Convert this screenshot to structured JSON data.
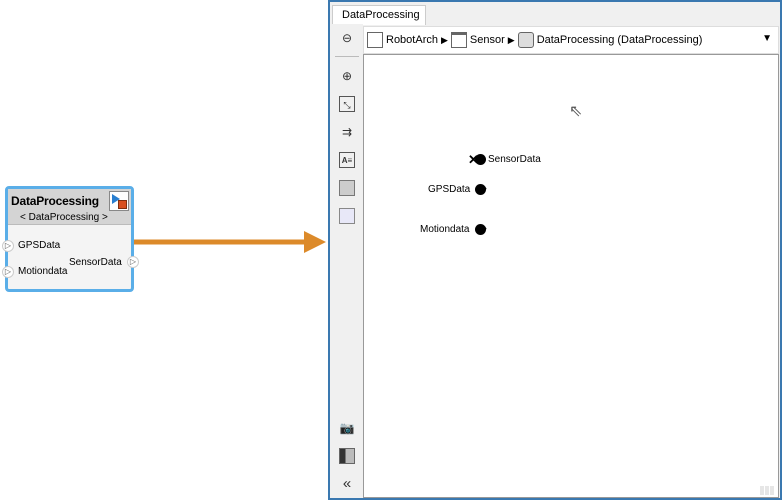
{
  "block": {
    "title": "DataProcessing",
    "subtitle": "< DataProcessing >",
    "inputs": [
      "GPSData",
      "Motiondata"
    ],
    "outputs": [
      "SensorData"
    ]
  },
  "window": {
    "tab": "DataProcessing",
    "breadcrumb": [
      "RobotArch",
      "Sensor",
      "DataProcessing (DataProcessing)"
    ],
    "toolbar": [
      "back-icon",
      "zoom-in-icon",
      "fit-view-icon",
      "signal-routing-icon",
      "annotation-icon",
      "image-icon",
      "area-icon",
      "screenshot-icon",
      "model-browser-icon",
      "collapse-icon"
    ],
    "ports": {
      "out": "SensorData",
      "in": [
        "GPSData",
        "Motiondata"
      ]
    }
  },
  "colors": {
    "arrow": "#dc8a2a",
    "frame": "#3a78b0",
    "block_outline": "#5aaee8"
  }
}
